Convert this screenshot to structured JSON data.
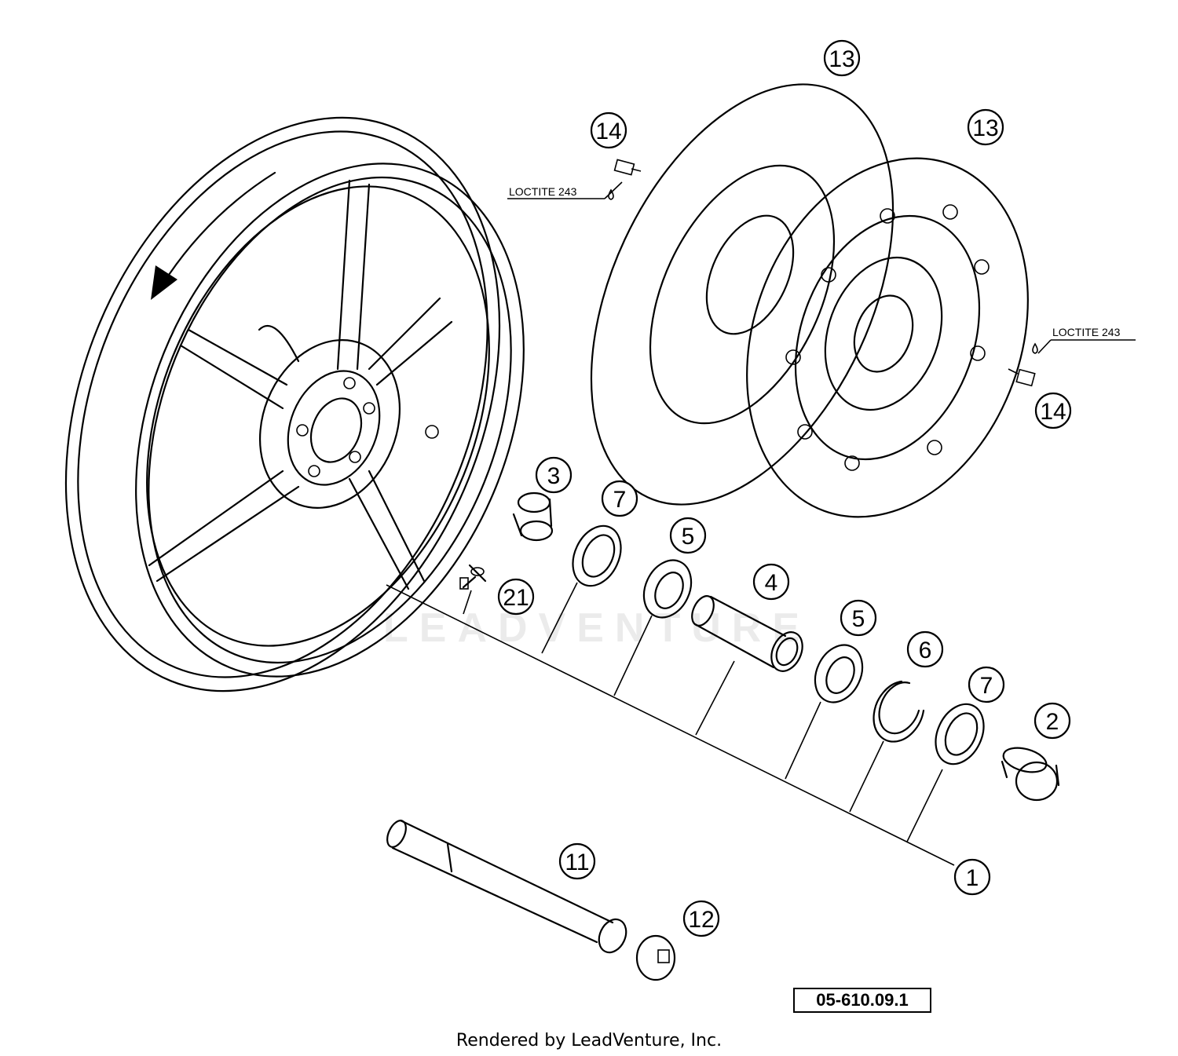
{
  "callouts": [
    {
      "id": "callout-13a",
      "label": "13"
    },
    {
      "id": "callout-13b",
      "label": "13"
    },
    {
      "id": "callout-14a",
      "label": "14"
    },
    {
      "id": "callout-14b",
      "label": "14"
    },
    {
      "id": "callout-3",
      "label": "3"
    },
    {
      "id": "callout-7a",
      "label": "7"
    },
    {
      "id": "callout-5a",
      "label": "5"
    },
    {
      "id": "callout-4",
      "label": "4"
    },
    {
      "id": "callout-21",
      "label": "21"
    },
    {
      "id": "callout-5b",
      "label": "5"
    },
    {
      "id": "callout-6",
      "label": "6"
    },
    {
      "id": "callout-7b",
      "label": "7"
    },
    {
      "id": "callout-2",
      "label": "2"
    },
    {
      "id": "callout-11",
      "label": "11"
    },
    {
      "id": "callout-1",
      "label": "1"
    },
    {
      "id": "callout-12",
      "label": "12"
    }
  ],
  "notes": {
    "loctite_left": "LOCTITE 243",
    "loctite_right": "LOCTITE 243"
  },
  "diagram_code": "05-610.09.1",
  "watermark": "LEADVENTURE",
  "footer": "Rendered by LeadVenture, Inc."
}
